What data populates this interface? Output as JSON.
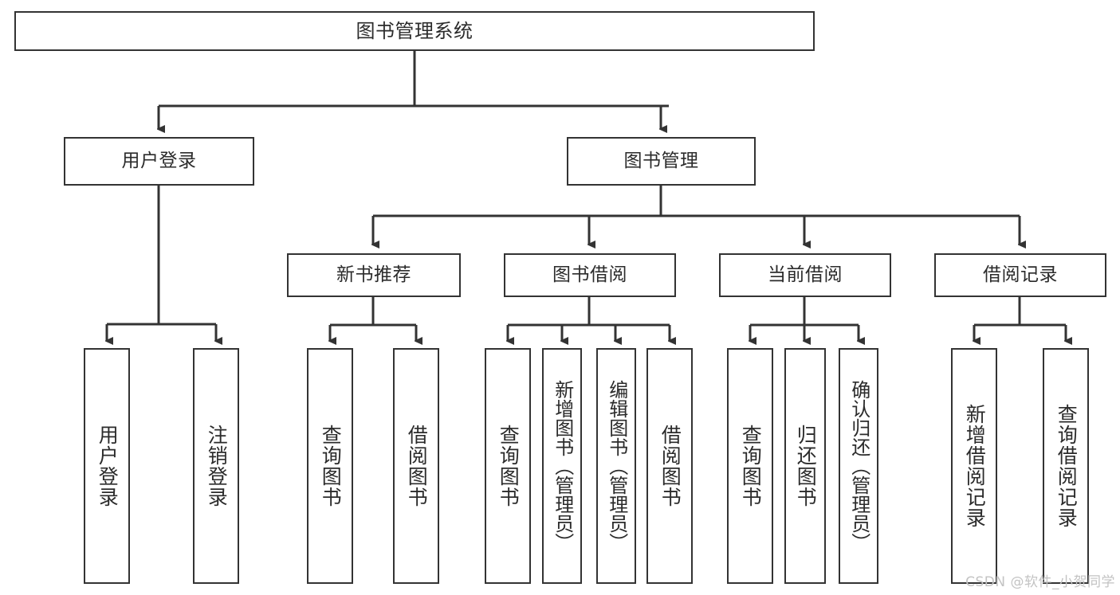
{
  "diagram": {
    "title": "图书管理系统",
    "type": "tree-hierarchy-chart",
    "colors": {
      "stroke": "#333333",
      "text": "#2b2b2b",
      "background": "#ffffff",
      "watermark": "#c3c3c3"
    },
    "nodes": {
      "root": {
        "label": "图书管理系统"
      },
      "level1": [
        {
          "id": "user-login",
          "label": "用户登录"
        },
        {
          "id": "book-management",
          "label": "图书管理"
        }
      ],
      "level2": [
        {
          "id": "new-book-recommend",
          "label": "新书推荐"
        },
        {
          "id": "book-borrow",
          "label": "图书借阅"
        },
        {
          "id": "current-borrow",
          "label": "当前借阅"
        },
        {
          "id": "borrow-record",
          "label": "借阅记录"
        }
      ],
      "leaves": {
        "user_login": [
          {
            "id": "login",
            "label": "用户登录"
          },
          {
            "id": "logout",
            "label": "注销登录"
          }
        ],
        "new_book_recommend": [
          {
            "id": "query-book-1",
            "label": "查询图书"
          },
          {
            "id": "borrow-book-1",
            "label": "借阅图书"
          }
        ],
        "book_borrow": [
          {
            "id": "query-book-2",
            "label": "查询图书"
          },
          {
            "id": "add-book-admin",
            "label": "新增图书（管理员）"
          },
          {
            "id": "edit-book-admin",
            "label": "编辑图书（管理员）"
          },
          {
            "id": "borrow-book-2",
            "label": "借阅图书"
          }
        ],
        "current_borrow": [
          {
            "id": "query-book-3",
            "label": "查询图书"
          },
          {
            "id": "return-book",
            "label": "归还图书"
          },
          {
            "id": "confirm-return-admin",
            "label": "确认归还（管理员）"
          }
        ],
        "borrow_record": [
          {
            "id": "add-borrow-record",
            "label": "新增借阅记录"
          },
          {
            "id": "query-borrow-record",
            "label": "查询借阅记录"
          }
        ]
      }
    },
    "watermark": "CSDN @软件_小贺同学"
  }
}
